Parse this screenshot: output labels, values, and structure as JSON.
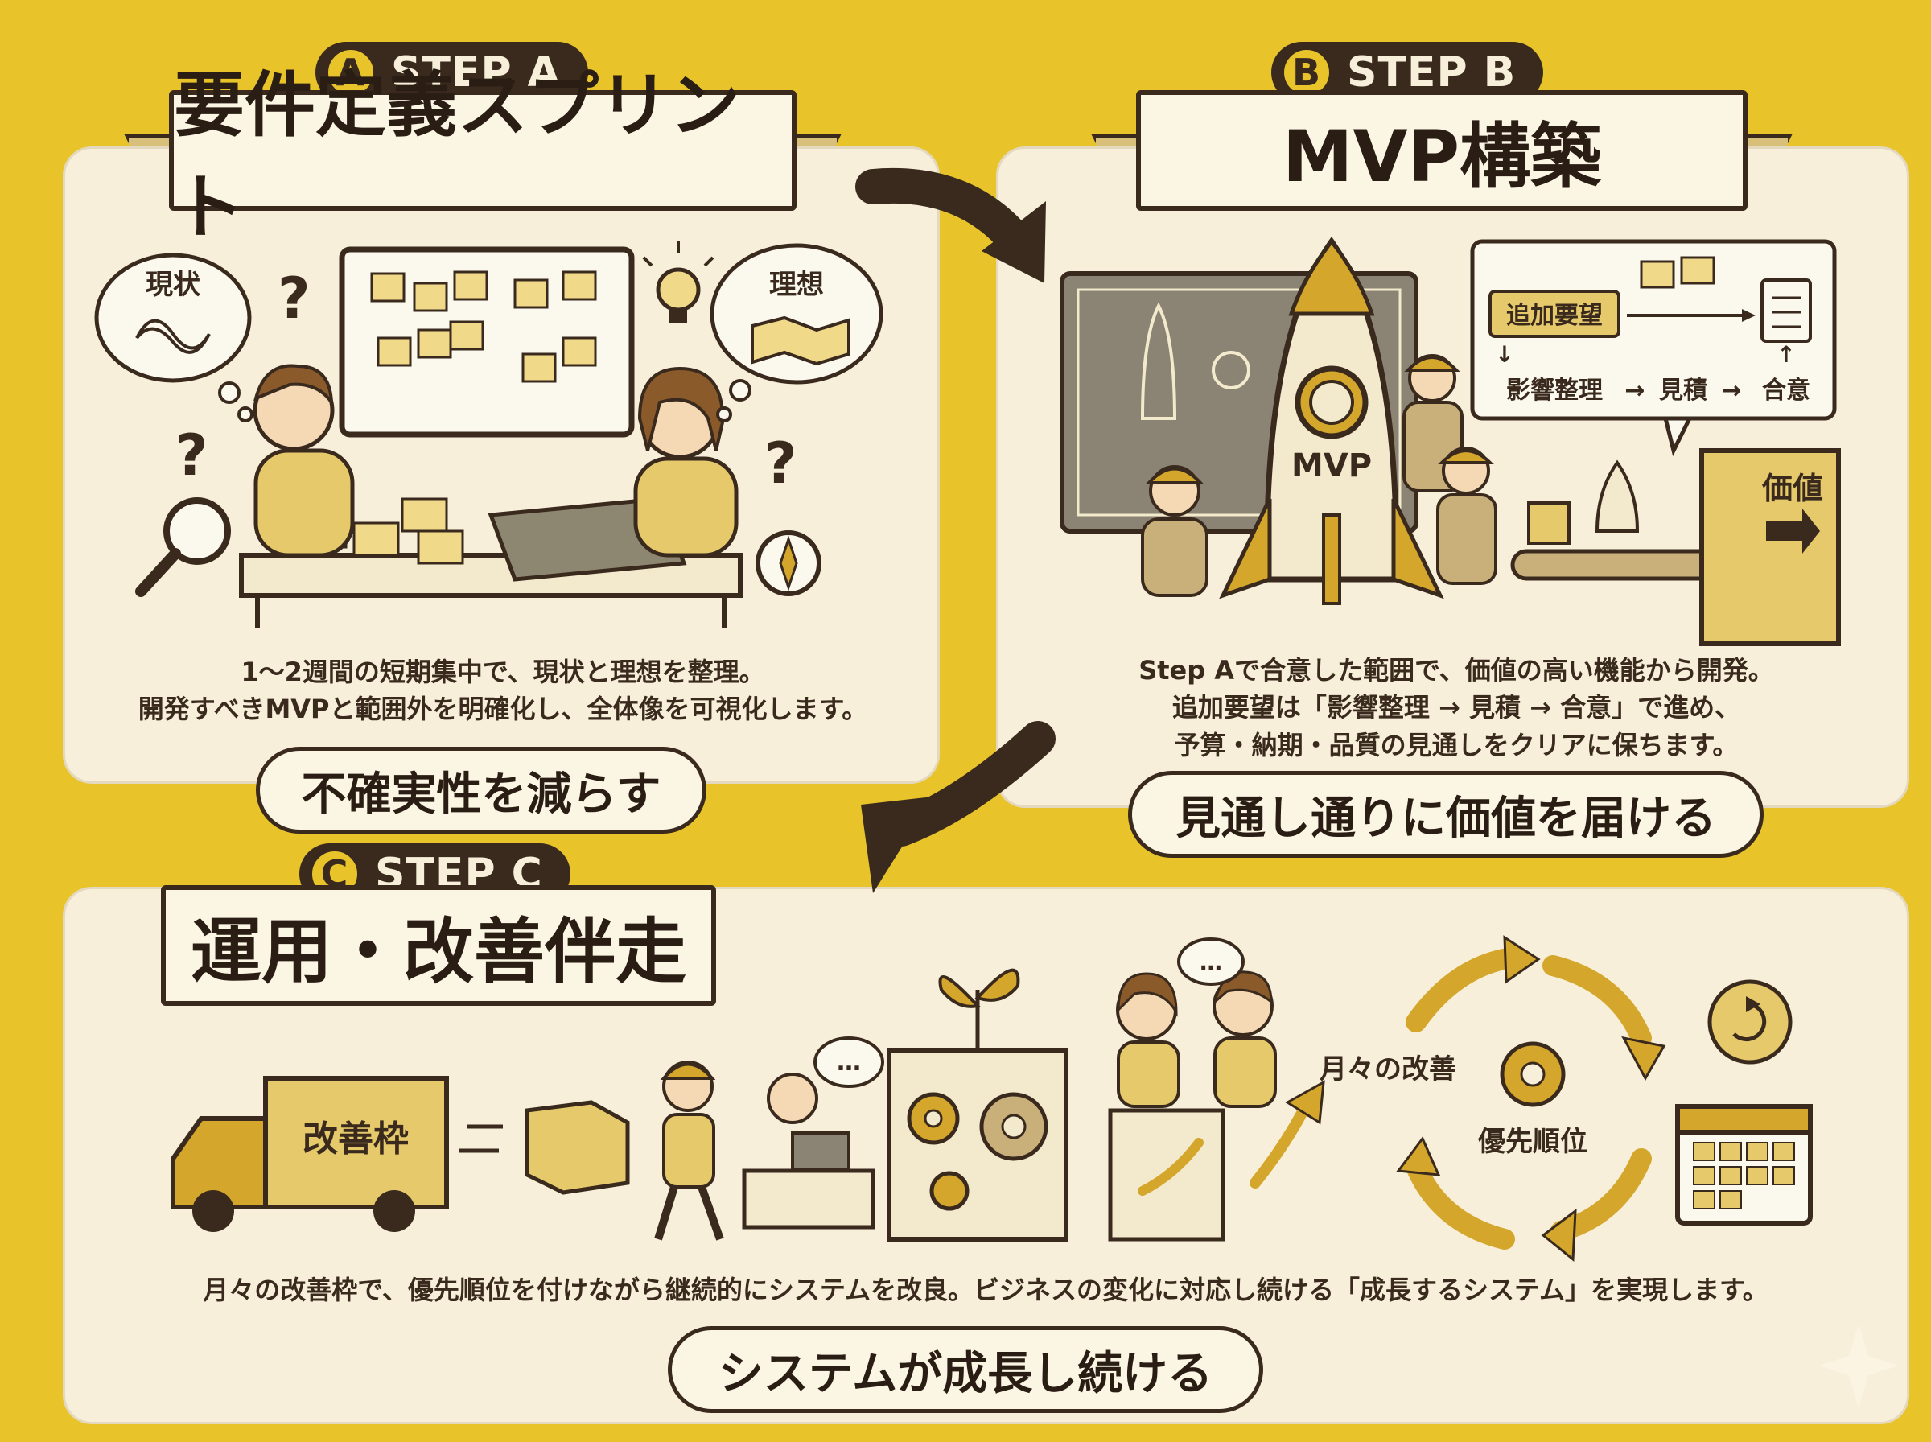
{
  "steps": [
    {
      "badge_letter": "A",
      "badge_label": "STEP A",
      "title": "要件定義スプリント",
      "description_lines": [
        "1〜2週間の短期集中で、現状と理想を整理。",
        "開発すべきMVPと範囲外を明確化し、全体像を可視化します。"
      ],
      "tagline": "不確実性を減らす",
      "illustration": {
        "thought_current": "現状",
        "thought_ideal": "理想"
      }
    },
    {
      "badge_letter": "B",
      "badge_label": "STEP B",
      "title": "MVP構築",
      "description_lines": [
        "Step Aで合意した範囲で、価値の高い機能から開発。",
        "追加要望は「影響整理 → 見積 → 合意」で進め、",
        "予算・納期・品質の見通しをクリアに保ちます。"
      ],
      "tagline": "見通し通りに価値を届ける",
      "illustration": {
        "rocket_label": "MVP",
        "flow_request": "追加要望",
        "flow_impact": "影響整理",
        "flow_estimate": "見積",
        "flow_agree": "合意",
        "arrow_glyph": "→",
        "down_glyph": "↓",
        "up_glyph": "↑",
        "value_door": "価値"
      }
    },
    {
      "badge_letter": "C",
      "badge_label": "STEP C",
      "title": "運用・改善伴走",
      "description_lines": [
        "月々の改善枠で、優先順位を付けながら継続的にシステムを改良。ビジネスの変化に対応し続ける「成長するシステム」を実現します。"
      ],
      "tagline": "システムが成長し続ける",
      "illustration": {
        "truck_label": "改善枠",
        "cycle_left": "月々の改善",
        "cycle_center": "優先順位",
        "speech_dots": "…"
      }
    }
  ],
  "colors": {
    "background": "#e8c42a",
    "panel": "#f7efd9",
    "ink": "#3a2a1e",
    "accent": "#d4a72c"
  }
}
